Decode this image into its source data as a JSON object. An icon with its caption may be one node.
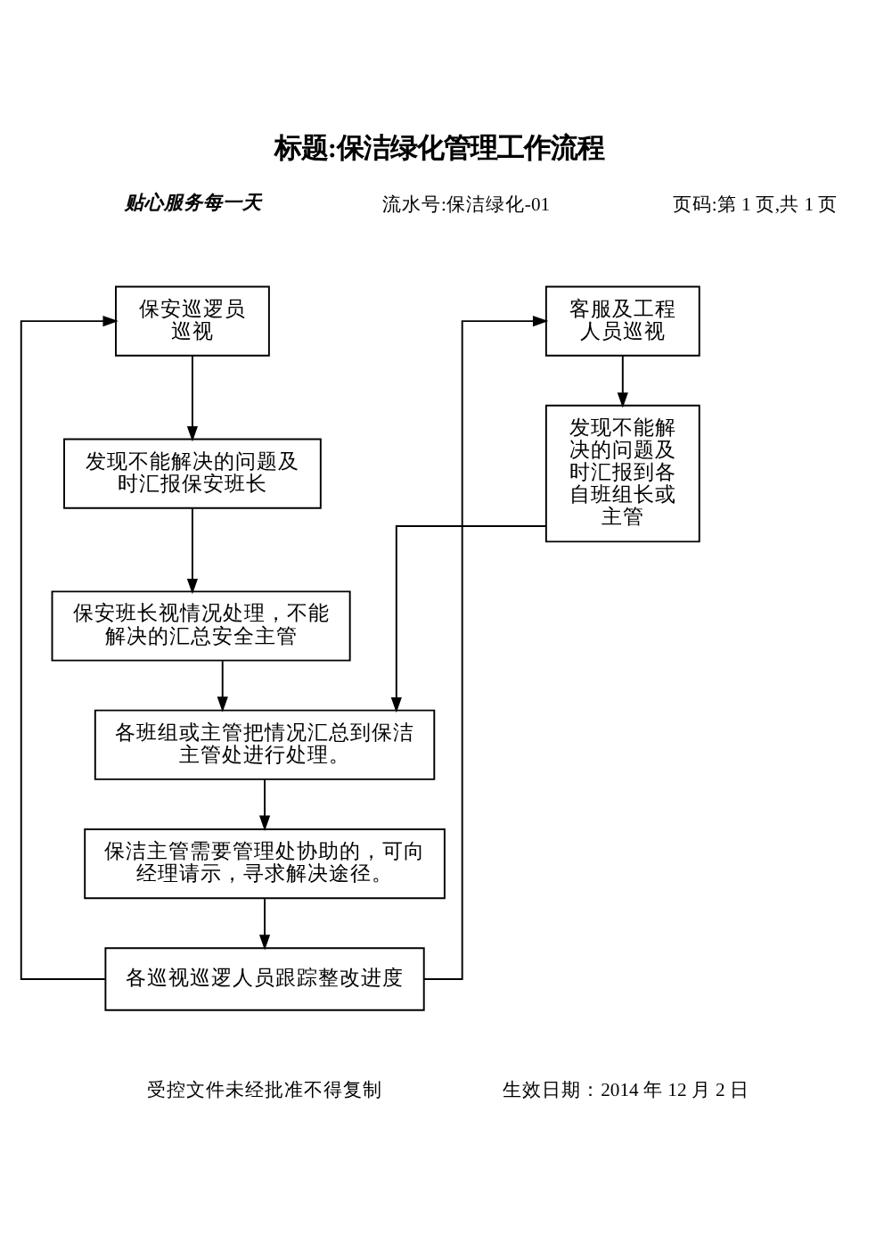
{
  "diagram": {
    "title": "标题:保洁绿化管理工作流程",
    "nodes": [
      {
        "text": [
          "保安巡逻员巡视"
        ]
      },
      {
        "text": [
          "客服及工程人员巡视"
        ]
      },
      {
        "text": [
          "发现不能解决的问题及时汇报保安班长"
        ]
      },
      {
        "text": [
          "发现不能解决的问题及时汇报到各自班组长或主管"
        ]
      },
      {
        "text": [
          "保安班长视情况处理，不能解决的汇总安全主管"
        ]
      },
      {
        "text": [
          "各班组或主管把情况汇总到保洁主管处进行处理。"
        ]
      },
      {
        "text": [
          "保洁主管需要管理处协助的，可向经理请示，寻求解决途径。"
        ]
      },
      {
        "text": [
          "各巡视巡逻人员跟踪整改进度"
        ]
      }
    ],
    "edges": [
      {
        "from": 0,
        "to": 2,
        "arrow": "to"
      },
      {
        "from": 2,
        "to": 4,
        "arrow": "to"
      },
      {
        "from": 1,
        "to": 3,
        "arrow": "to"
      },
      {
        "from": 4,
        "to": 5,
        "arrow": "to"
      },
      {
        "from": 3,
        "to": 5,
        "arrow": "to"
      },
      {
        "from": 5,
        "to": 6,
        "arrow": "to"
      },
      {
        "from": 6,
        "to": 7,
        "arrow": "to"
      },
      {
        "from": 7,
        "to": 0,
        "arrow": "to"
      },
      {
        "from": 7,
        "to": 1,
        "arrow": "to"
      }
    ],
    "labels": [
      "贴心服务每一天",
      "流水号:保洁绿化-01",
      "页码:第 1 页,共 1 页",
      "受控文件未经批准不得复制",
      "生效日期：2014 年 12 月 2 日"
    ]
  }
}
